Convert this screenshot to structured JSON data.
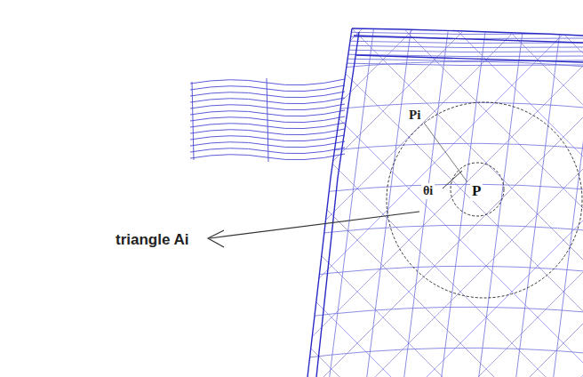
{
  "diagram": {
    "labels": [
      "Pi",
      "θi",
      "P",
      "triangle Ai"
    ]
  }
}
